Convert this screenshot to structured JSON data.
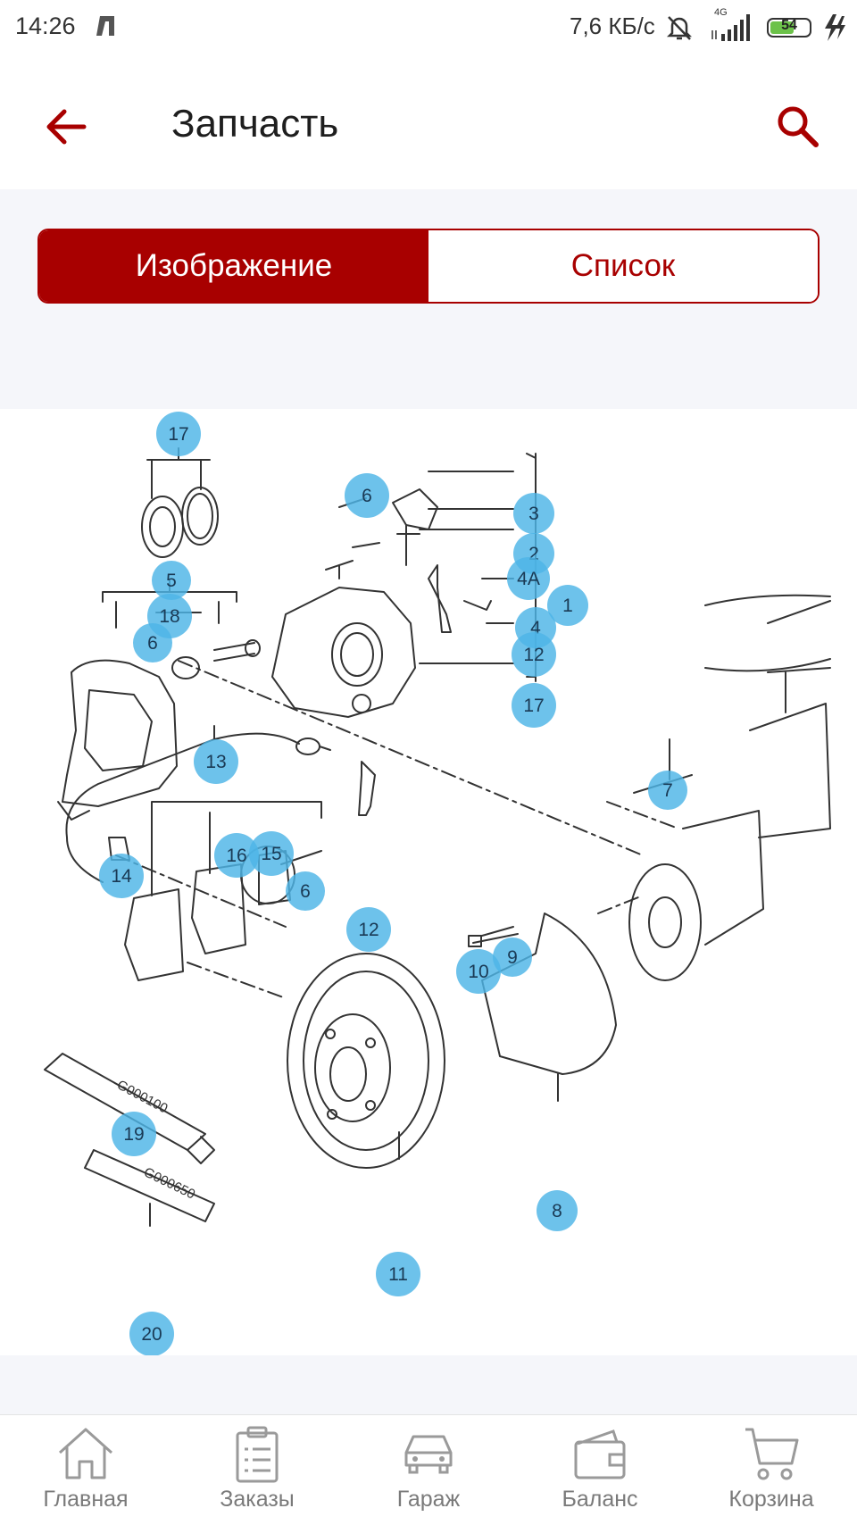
{
  "status_bar": {
    "time": "14:26",
    "net_speed": "7,6 КБ/с",
    "network": "4G",
    "battery": "54",
    "battery_color": "#6cc24a"
  },
  "app_bar": {
    "title": "Запчасть",
    "back_icon": "arrow-left-icon",
    "search_icon": "search-icon",
    "accent": "#a80000"
  },
  "segment": {
    "tabs": [
      {
        "label": "Изображение",
        "active": true
      },
      {
        "label": "Список",
        "active": false
      }
    ]
  },
  "diagram": {
    "callouts": [
      "17",
      "6",
      "3",
      "2",
      "4A",
      "1",
      "4",
      "12",
      "17",
      "5",
      "18",
      "6",
      "13",
      "7",
      "16",
      "15",
      "6",
      "14",
      "12",
      "10",
      "9",
      "19",
      "11",
      "8",
      "20"
    ]
  },
  "bottom_nav": {
    "items": [
      {
        "label": "Главная",
        "icon": "home-icon"
      },
      {
        "label": "Заказы",
        "icon": "orders-icon"
      },
      {
        "label": "Гараж",
        "icon": "car-icon"
      },
      {
        "label": "Баланс",
        "icon": "wallet-icon"
      },
      {
        "label": "Корзина",
        "icon": "cart-icon"
      }
    ]
  }
}
